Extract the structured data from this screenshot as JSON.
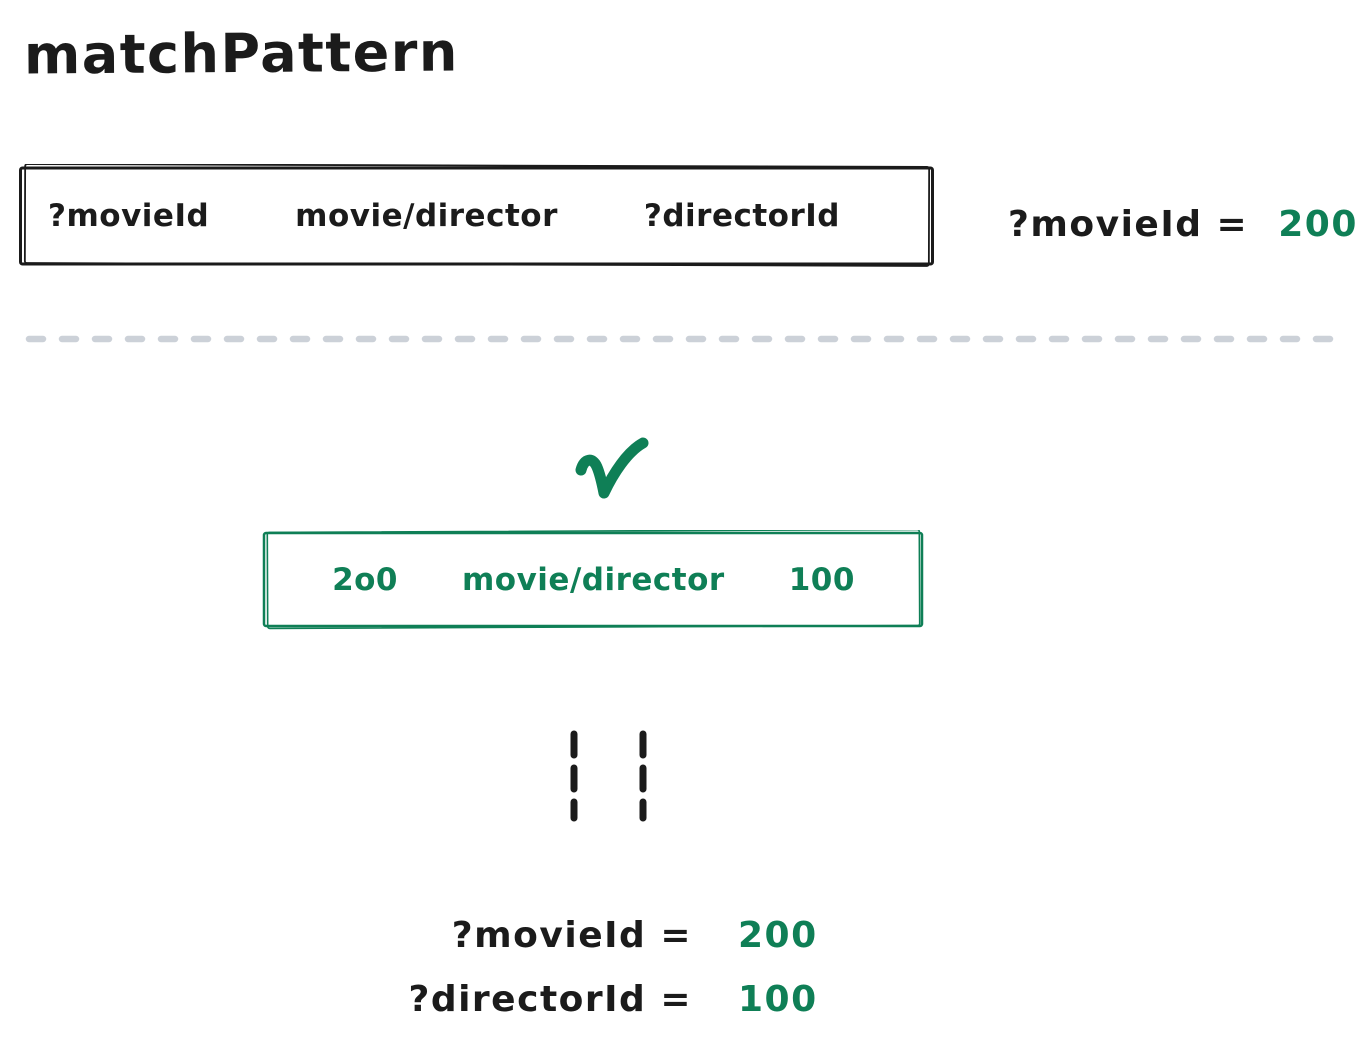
{
  "title": "matchPattern",
  "colors": {
    "ink": "#1b1b1b",
    "green": "#0f7f56",
    "separator": "#ccd1d8"
  },
  "icons": {
    "check": "✔"
  },
  "pattern_box": {
    "subject": "?movieId",
    "predicate": "movie/director",
    "object": "?directorId"
  },
  "input_binding": {
    "label": "?movieId =",
    "value": "200"
  },
  "matched_box": {
    "subject": "2o0",
    "predicate": "movie/director",
    "object": "100"
  },
  "result_bindings": [
    {
      "label": "?movieId =",
      "value": "200"
    },
    {
      "label": "?directorId =",
      "value": "100"
    }
  ]
}
